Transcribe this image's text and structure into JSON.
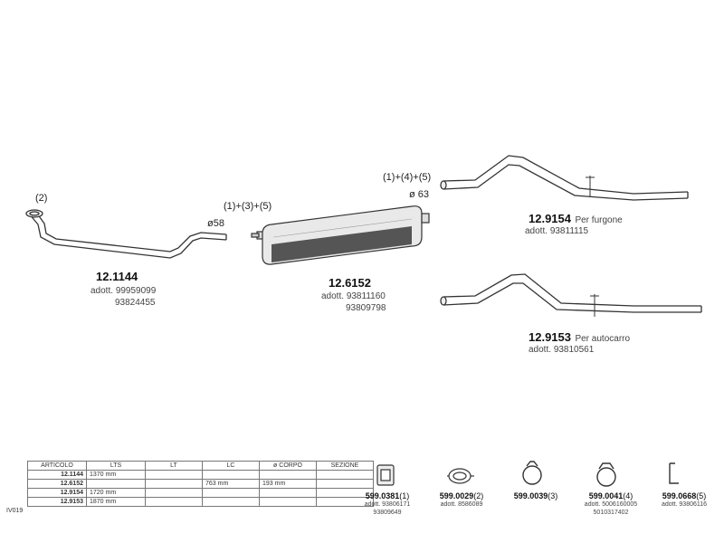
{
  "assembly": {
    "front_pipe": {
      "code": "12.1144",
      "adott_label": "adott.",
      "refs": [
        "99959099",
        "93824455"
      ],
      "note": "(2)",
      "diameter": "ø58"
    },
    "silencer": {
      "code": "12.6152",
      "adott_label": "adott.",
      "refs": [
        "93811160",
        "93809798"
      ],
      "note": "(1)+(3)+(5)"
    },
    "tail_pipe_van": {
      "code": "12.9154",
      "desc": "Per furgone",
      "adott_label": "adott.",
      "refs": [
        "93811115"
      ],
      "note": "(1)+(4)+(5)",
      "diameter": "ø 63"
    },
    "tail_pipe_truck": {
      "code": "12.9153",
      "desc": "Per autocarro",
      "adott_label": "adott.",
      "refs": [
        "93810561"
      ]
    }
  },
  "spec_table": {
    "side_label": "IV019",
    "headers": [
      "ARTICOLO",
      "LTS",
      "LT",
      "LC",
      "ø CORPO",
      "SEZIONE"
    ],
    "rows": [
      [
        "12.1144",
        "1370 mm",
        "",
        "",
        "",
        ""
      ],
      [
        "12.6152",
        "",
        "",
        "763 mm",
        "193 mm",
        ""
      ],
      [
        "12.9154",
        "1720 mm",
        "",
        "",
        "",
        ""
      ],
      [
        "12.9153",
        "1870 mm",
        "",
        "",
        "",
        ""
      ]
    ]
  },
  "fittings": [
    {
      "code": "599.0381",
      "num": "(1)",
      "lines": [
        "adott. 93806171",
        "93809649"
      ]
    },
    {
      "code": "599.0029",
      "num": "(2)",
      "lines": [
        "adott. 8586089"
      ]
    },
    {
      "code": "599.0039",
      "num": "(3)",
      "lines": []
    },
    {
      "code": "599.0041",
      "num": "(4)",
      "lines": [
        "adott. 5006160005",
        "5010317402"
      ]
    },
    {
      "code": "599.0668",
      "num": "(5)",
      "lines": [
        "adott. 93806116"
      ]
    }
  ],
  "icons": [
    "flange-gasket-icon",
    "ring-gasket-icon",
    "clamp-icon",
    "clamp-icon",
    "bracket-icon"
  ],
  "colors": {
    "line": "#333333",
    "fill": "#e6e6e6",
    "silencer_dark": "#555555"
  }
}
